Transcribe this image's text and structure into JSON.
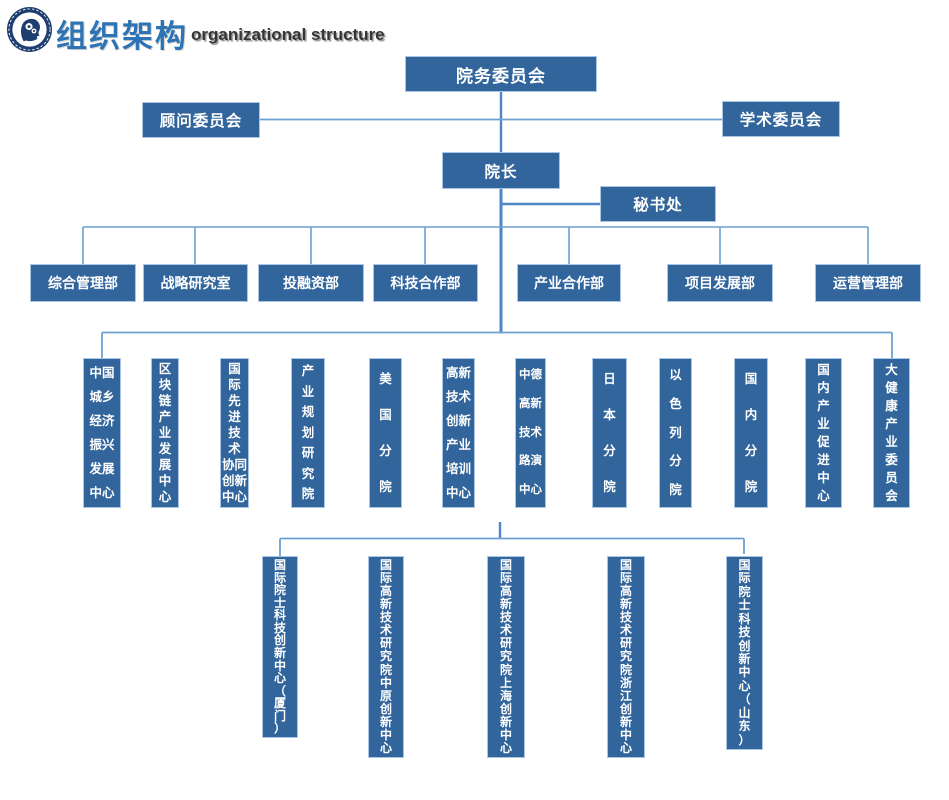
{
  "header": {
    "title_zh": "组织架构",
    "title_en": "organizational structure",
    "logo_icon": "head-with-gears-laurel-emblem"
  },
  "palette": {
    "box_fill": "#31659C",
    "box_border": "#A9C7E4",
    "box_text": "#FFFFFF",
    "connector": "#6CA0D2",
    "trunk": "#4E86C6",
    "title_blue": "#2E74B5",
    "subtitle_dark": "#353535"
  },
  "chart": {
    "root": {
      "label": "院务委员会"
    },
    "advisory": {
      "label": "顾问委员会"
    },
    "academic": {
      "label": "学术委员会"
    },
    "dean": {
      "label": "院长"
    },
    "secretariat": {
      "label": "秘书处"
    },
    "departments": [
      {
        "label": "综合管理部"
      },
      {
        "label": "战略研究室"
      },
      {
        "label": "投融资部"
      },
      {
        "label": "科技合作部"
      },
      {
        "label": "产业合作部"
      },
      {
        "label": "项目发展部"
      },
      {
        "label": "运营管理部"
      }
    ],
    "centers": [
      {
        "label": "中国城乡经济振兴发展中心",
        "display": "中国\n城乡\n经济\n振兴\n发展\n中心"
      },
      {
        "label": "区块链产业发展中心",
        "display": "区\n块\n链\n产\n业\n发\n展\n中\n心"
      },
      {
        "label": "国际先进技术协同创新中心",
        "display": "国\n际\n先\n进\n技\n术\n协同\n创新\n中心"
      },
      {
        "label": "产业规划研究院",
        "display": "产\n业\n规\n划\n研\n究\n院"
      },
      {
        "label": "美国分院",
        "display": "美\n国\n分\n院"
      },
      {
        "label": "高新技术创新产业培训中心",
        "display": "高新\n技术\n创新\n产业\n培训\n中心"
      },
      {
        "label": "中德高新技术路演中心",
        "display": "中德\n高新\n技术\n路演\n中心"
      },
      {
        "label": "日本分院",
        "display": "日\n本\n分\n院"
      },
      {
        "label": "以色列分院",
        "display": "以\n色\n列\n分\n院"
      },
      {
        "label": "国内分院",
        "display": "国\n内\n分\n院"
      },
      {
        "label": "国内产业促进中心",
        "display": "国\n内\n产\n业\n促\n进\n中\n心"
      },
      {
        "label": "大健康产业委员会",
        "display": "大\n健\n康\n产\n业\n委\n员\n会"
      }
    ],
    "subsidiaries": [
      {
        "label": "国际院士科技创新中心（厦门）",
        "display": "国\n际\n院\n士\n科\n技\n创\n新\n中\n心\n（\n厦\n门\n）"
      },
      {
        "label": "国际高新技术研究院中原创新中心",
        "display": "国\n际\n高\n新\n技\n术\n研\n究\n院\n中\n原\n创\n新\n中\n心"
      },
      {
        "label": "国际高新技术研究院上海创新中心",
        "display": "国\n际\n高\n新\n技\n术\n研\n究\n院\n上\n海\n创\n新\n中\n心"
      },
      {
        "label": "国际高新技术研究院浙江创新中心",
        "display": "国\n际\n高\n新\n技\n术\n研\n究\n院\n浙\n江\n创\n新\n中\n心"
      },
      {
        "label": "国际院士科技创新中心（山东）",
        "display": "国\n际\n院\n士\n科\n技\n创\n新\n中\n心\n（\n山\n东\n）"
      }
    ]
  }
}
